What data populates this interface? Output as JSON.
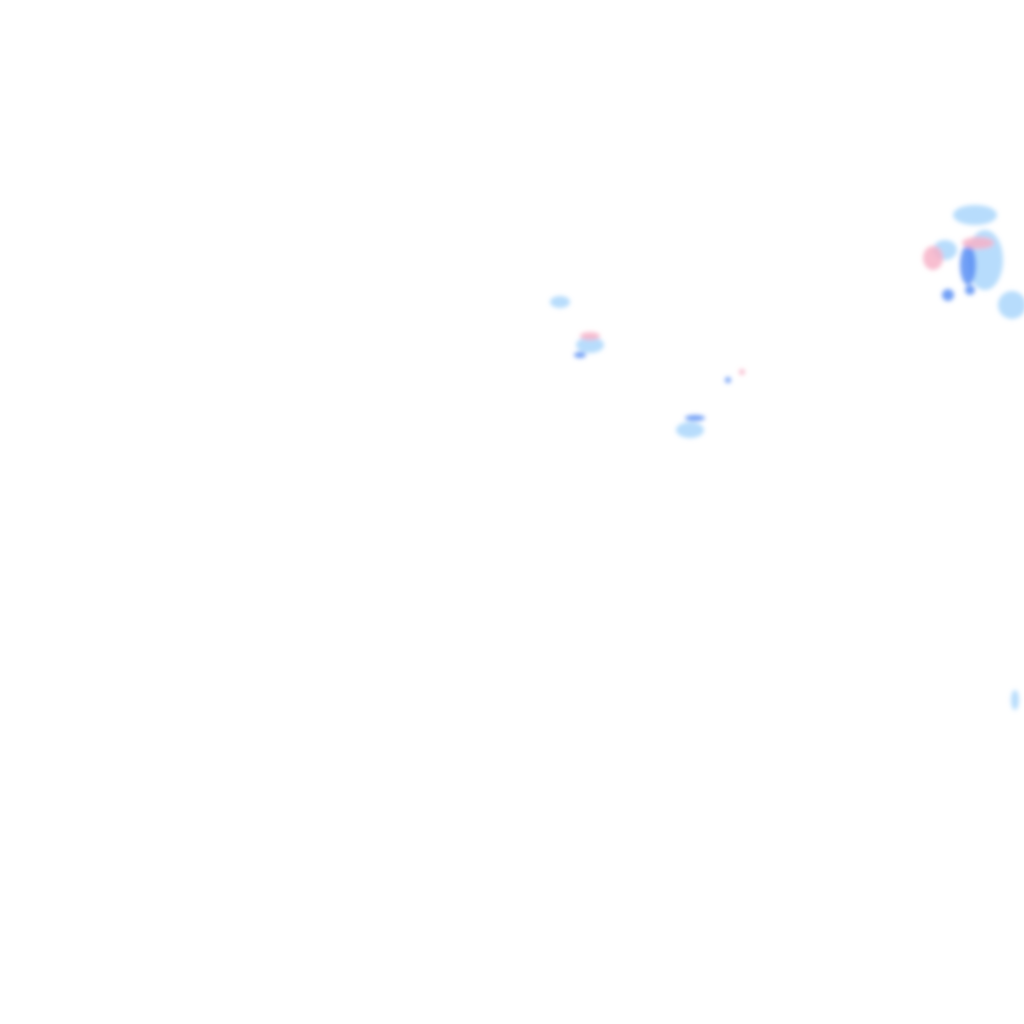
{
  "map": {
    "type": "precipitation-radar-tile",
    "colors": {
      "light_rain": "#9fd0fb",
      "moderate_rain": "#5b8ff5",
      "heavy_rain": "#3a5ef0",
      "mixed": "#f7b3c8",
      "background": "#ffffff"
    },
    "echoes": [
      {
        "kind": "light_rain",
        "cells": [
          [
            975,
            215,
            22,
            10
          ],
          [
            985,
            260,
            18,
            30
          ],
          [
            1012,
            305,
            14,
            14
          ],
          [
            945,
            250,
            12,
            10
          ],
          [
            560,
            302,
            10,
            6
          ],
          [
            590,
            345,
            14,
            8
          ],
          [
            690,
            430,
            14,
            8
          ],
          [
            1015,
            700,
            4,
            10
          ]
        ]
      },
      {
        "kind": "moderate_rain",
        "cells": [
          [
            968,
            265,
            8,
            20
          ],
          [
            948,
            295,
            6,
            6
          ],
          [
            970,
            290,
            5,
            5
          ],
          [
            695,
            418,
            10,
            3
          ],
          [
            728,
            380,
            3,
            3
          ],
          [
            580,
            355,
            6,
            3
          ]
        ]
      },
      {
        "kind": "mixed",
        "cells": [
          [
            933,
            258,
            10,
            12
          ],
          [
            978,
            243,
            16,
            6
          ],
          [
            590,
            336,
            10,
            4
          ],
          [
            742,
            372,
            3,
            3
          ]
        ]
      }
    ]
  }
}
